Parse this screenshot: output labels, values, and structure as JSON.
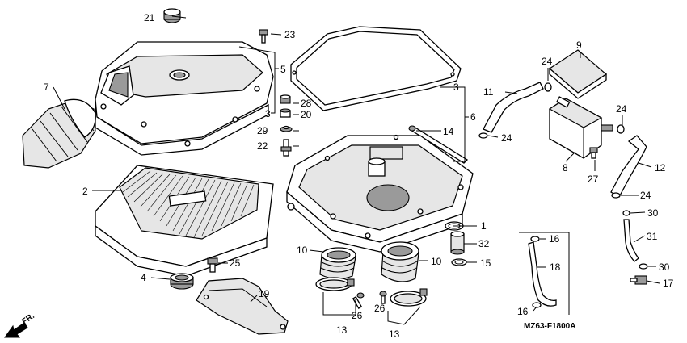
{
  "labels": {
    "p1": "1",
    "p2": "2",
    "p3a": "3",
    "p3b": "3",
    "p4": "4",
    "p5": "5",
    "p6": "6",
    "p7": "7",
    "p8": "8",
    "p9": "9",
    "p10a": "10",
    "p10b": "10",
    "p11": "11",
    "p12": "12",
    "p13a": "13",
    "p13b": "13",
    "p14": "14",
    "p15": "15",
    "p16a": "16",
    "p16b": "16",
    "p17": "17",
    "p18": "18",
    "p19": "19",
    "p20": "20",
    "p21": "21",
    "p22": "22",
    "p23": "23",
    "p24a": "24",
    "p24b": "24",
    "p24c": "24",
    "p24d": "24",
    "p25": "25",
    "p26a": "26",
    "p26b": "26",
    "p27": "27",
    "p28": "28",
    "p29": "29",
    "p30a": "30",
    "p30b": "30",
    "p31": "31",
    "p32": "32"
  },
  "diagram_code": "MZ63-F1800A",
  "front_arrow": "FR.",
  "colors": {
    "line": "#000000",
    "background": "#ffffff",
    "fill_light": "#e6e6e6",
    "fill_dark": "#9a9a9a"
  }
}
